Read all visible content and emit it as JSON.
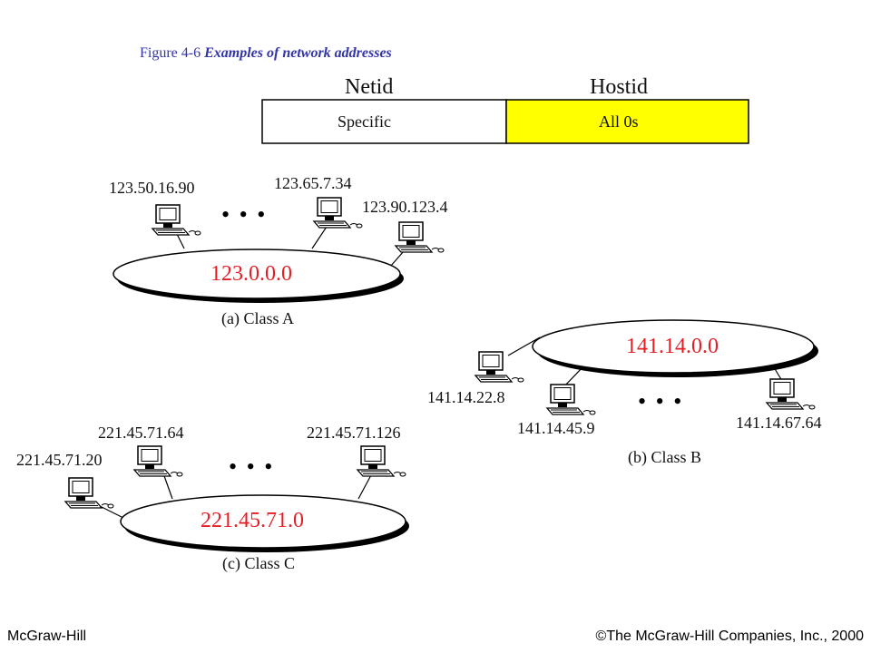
{
  "caption": {
    "label": "Figure  4-6",
    "title": "Examples of network addresses"
  },
  "header_table": {
    "netid_header": "Netid",
    "hostid_header": "Hostid",
    "netid_value": "Specific",
    "hostid_value": "All 0s",
    "hostid_fill": "#ffff00"
  },
  "class_a": {
    "network": "123.0.0.0",
    "label": "(a) Class A",
    "hosts": [
      "123.50.16.90",
      "123.65.7.34",
      "123.90.123.4"
    ]
  },
  "class_b": {
    "network": "141.14.0.0",
    "label": "(b) Class B",
    "hosts": [
      "141.14.22.8",
      "141.14.45.9",
      "141.14.67.64"
    ]
  },
  "class_c": {
    "network": "221.45.71.0",
    "label": "(c) Class C",
    "hosts": [
      "221.45.71.20",
      "221.45.71.64",
      "221.45.71.126"
    ]
  },
  "ellipsis": "• • •",
  "colors": {
    "network_address": "#e51e25",
    "caption": "#3333aa"
  },
  "footer": {
    "left": "McGraw-Hill",
    "right": "©The McGraw-Hill Companies, Inc., 2000"
  }
}
